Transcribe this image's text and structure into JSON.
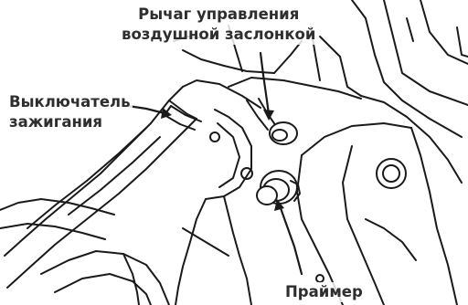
{
  "callouts": {
    "choke_lever": {
      "line1": "Рычаг управления",
      "line2": "воздушной заслонкой"
    },
    "ignition_switch": {
      "line1": "Выключатель",
      "line2": "зажигания"
    },
    "primer": {
      "line1": "Праймер"
    }
  },
  "colors": {
    "ink": "#1a1a1a",
    "label": "#2e2e2e",
    "paper": "#ffffff"
  }
}
